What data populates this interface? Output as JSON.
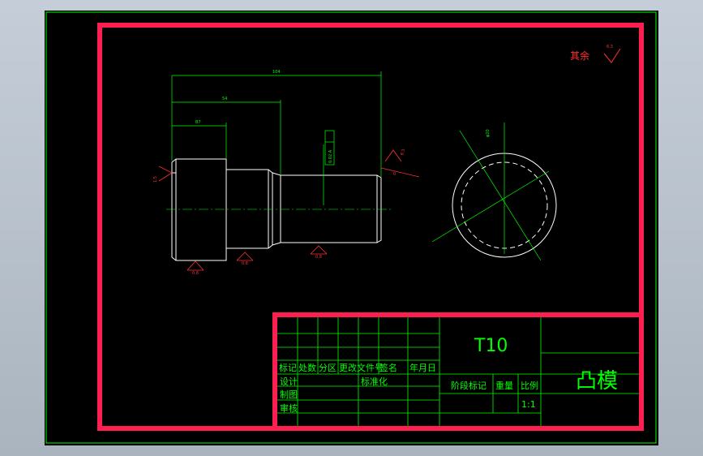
{
  "colors": {
    "background": "#000000",
    "frame_border": "#ff1e50",
    "geometry": "#ffffff",
    "dimension": "#00ff00",
    "roughness": "#ff0000"
  },
  "drawing": {
    "dimensions": {
      "overall_length": "104",
      "mid_length": "54",
      "head_length": "B7",
      "diameter_label": "φ20",
      "left_chamfer": "1.5",
      "right_chamfer": "0",
      "tolerance_frame": "0.02 A"
    },
    "roughness": {
      "general_note": "其余",
      "general_value": "6.3",
      "right_value": "6.3",
      "bottom_left": "0.8",
      "bottom_mid": "0.8",
      "bottom_right": "0.8"
    }
  },
  "title_block": {
    "material": "T10",
    "part_name": "凸模",
    "scale": "1:1",
    "header_row": [
      "标记",
      "处数",
      "分区",
      "更改文件号",
      "签名",
      "年月日"
    ],
    "design": "设计",
    "standardize": "标准化",
    "draw": "制图",
    "review": "审核",
    "stage_mark": "阶段标记",
    "weight": "重量",
    "ratio": "比例"
  }
}
